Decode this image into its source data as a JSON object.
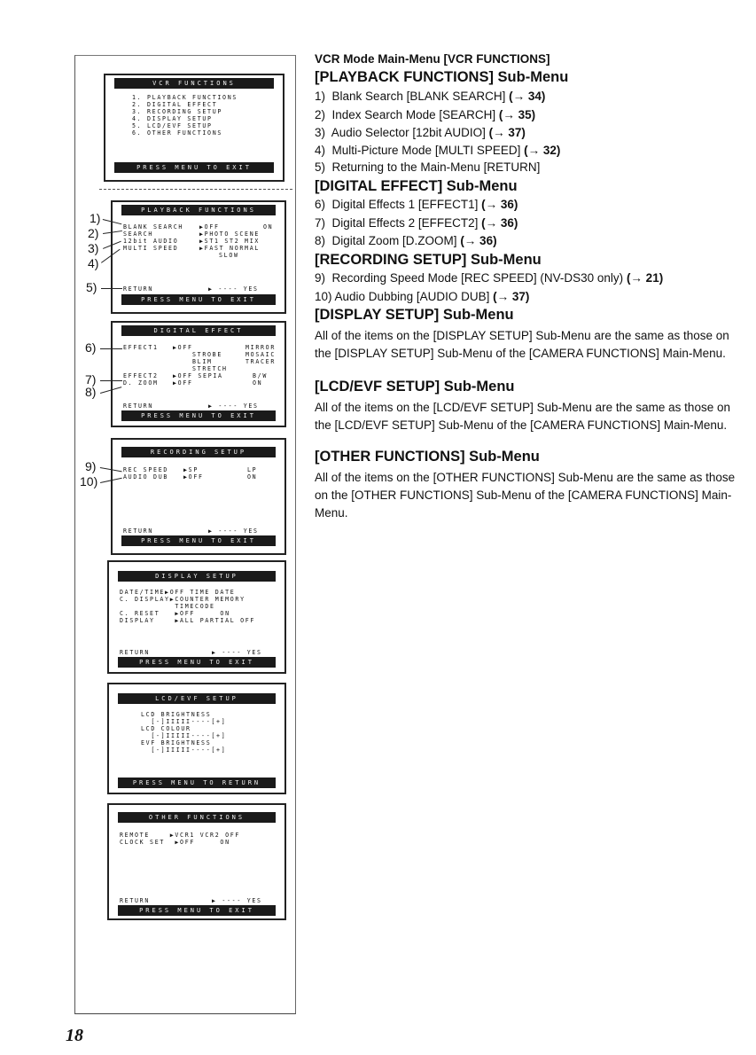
{
  "screens": {
    "vcr_functions": {
      "title": "VCR FUNCTIONS",
      "items": [
        "1. PLAYBACK FUNCTIONS",
        "2. DIGITAL EFFECT",
        "3. RECORDING SETUP",
        "4. DISPLAY SETUP",
        "5. LCD/EVF SETUP",
        "6. OTHER FUNCTIONS"
      ],
      "footer": "PRESS MENU TO EXIT"
    },
    "playback_functions": {
      "title": "PLAYBACK FUNCTIONS",
      "rows": [
        [
          "BLANK SEARCH",
          "▶OFF",
          "ON"
        ],
        [
          "SEARCH",
          "▶PHOTO SCENE",
          ""
        ],
        [
          "12bit AUDIO",
          "▶ST1 ST2 MIX",
          ""
        ],
        [
          "MULTI SPEED",
          "▶FAST NORMAL",
          ""
        ],
        [
          "",
          "SLOW",
          ""
        ]
      ],
      "return_row": [
        "RETURN",
        "▶ ---- YES"
      ],
      "footer": "PRESS MENU TO EXIT"
    },
    "digital_effect": {
      "title": "DIGITAL EFFECT",
      "rows": [
        [
          "EFFECT1",
          "▶OFF",
          "MIRROR"
        ],
        [
          "",
          "STROBE",
          "MOSAIC"
        ],
        [
          "",
          "BLIM",
          "TRACER"
        ],
        [
          "",
          "STRETCH",
          ""
        ],
        [
          "EFFECT2",
          "▶OFF SEPIA",
          "B/W"
        ],
        [
          "D. ZOOM",
          "▶OFF",
          "ON"
        ]
      ],
      "return_row": [
        "RETURN",
        "▶ ---- YES"
      ],
      "footer": "PRESS MENU TO EXIT"
    },
    "recording_setup": {
      "title": "RECORDING SETUP",
      "rows": [
        [
          "REC SPEED",
          "▶SP",
          "LP"
        ],
        [
          "AUDIO DUB",
          "▶OFF",
          "ON"
        ]
      ],
      "return_row": [
        "RETURN",
        "▶ ---- YES"
      ],
      "footer": "PRESS MENU TO EXIT"
    },
    "display_setup": {
      "title": "DISPLAY SETUP",
      "rows": [
        [
          "DATE/TIME▶OFF TIME DATE"
        ],
        [
          "C. DISPLAY▶COUNTER MEMORY"
        ],
        [
          "           TIMECODE"
        ],
        [
          "C. RESET   ▶OFF     ON"
        ],
        [
          "DISPLAY    ▶ALL PARTIAL OFF"
        ]
      ],
      "return_row": [
        "RETURN",
        "▶ ---- YES"
      ],
      "footer": "PRESS MENU TO EXIT"
    },
    "lcd_evf_setup": {
      "title": "LCD/EVF SETUP",
      "rows": [
        [
          "LCD BRIGHTNESS"
        ],
        [
          "  [-]IIIII----[+]"
        ],
        [
          "LCD COLOUR"
        ],
        [
          "  [-]IIIII----[+]"
        ],
        [
          "EVF BRIGHTNESS"
        ],
        [
          "  [-]IIIII----[+]"
        ]
      ],
      "footer": "PRESS MENU TO RETURN"
    },
    "other_functions": {
      "title": "OTHER FUNCTIONS",
      "rows": [
        [
          "REMOTE    ▶VCR1 VCR2 OFF"
        ],
        [
          "CLOCK SET  ▶OFF     ON"
        ]
      ],
      "return_row": [
        "RETURN",
        "▶ ---- YES"
      ],
      "footer": "PRESS MENU TO EXIT"
    }
  },
  "callouts": [
    "1)",
    "2)",
    "3)",
    "4)",
    "5)",
    "6)",
    "7)",
    "8)",
    "9)",
    "10)"
  ],
  "text": {
    "main_heading": "VCR Mode Main-Menu [VCR FUNCTIONS]",
    "playback_heading": "[PLAYBACK FUNCTIONS] Sub-Menu",
    "playback_items": [
      {
        "n": "1)",
        "t": "Blank Search [BLANK SEARCH] ",
        "ref": "(→ 34)"
      },
      {
        "n": "2)",
        "t": "Index Search Mode [SEARCH] ",
        "ref": "(→ 35)"
      },
      {
        "n": "3)",
        "t": "Audio Selector [12bit AUDIO] ",
        "ref": "(→ 37)"
      },
      {
        "n": "4)",
        "t": "Multi-Picture Mode [MULTI SPEED] ",
        "ref": "(→ 32)"
      },
      {
        "n": "5)",
        "t": "Returning to the Main-Menu [RETURN]",
        "ref": ""
      }
    ],
    "digital_heading": "[DIGITAL EFFECT] Sub-Menu",
    "digital_items": [
      {
        "n": "6)",
        "t": "Digital Effects 1 [EFFECT1] ",
        "ref": "(→ 36)"
      },
      {
        "n": "7)",
        "t": "Digital Effects 2 [EFFECT2] ",
        "ref": "(→ 36)"
      },
      {
        "n": "8)",
        "t": "Digital Zoom [D.ZOOM] ",
        "ref": "(→ 36)"
      }
    ],
    "recording_heading": "[RECORDING SETUP] Sub-Menu",
    "recording_items": [
      {
        "n": "9)",
        "t": "Recording Speed Mode [REC SPEED] (NV-DS30 only) ",
        "ref": "(→ 21)"
      },
      {
        "n": "10)",
        "t": "Audio Dubbing [AUDIO DUB] ",
        "ref": "(→ 37)"
      }
    ],
    "display_heading": "[DISPLAY SETUP] Sub-Menu",
    "display_para": "All of the items on the [DISPLAY SETUP] Sub-Menu are the same as those on the [DISPLAY SETUP] Sub-Menu of the [CAMERA FUNCTIONS] Main-Menu.",
    "lcd_heading": "[LCD/EVF SETUP] Sub-Menu",
    "lcd_para": "All of the items on the [LCD/EVF SETUP] Sub-Menu are the same as those on the [LCD/EVF SETUP] Sub-Menu of the [CAMERA FUNCTIONS] Main-Menu.",
    "other_heading": "[OTHER FUNCTIONS] Sub-Menu",
    "other_para": "All of the items on the [OTHER FUNCTIONS] Sub-Menu are the same as those on the [OTHER FUNCTIONS] Sub-Menu of the [CAMERA FUNCTIONS] Main-Menu."
  },
  "page_number": "18"
}
